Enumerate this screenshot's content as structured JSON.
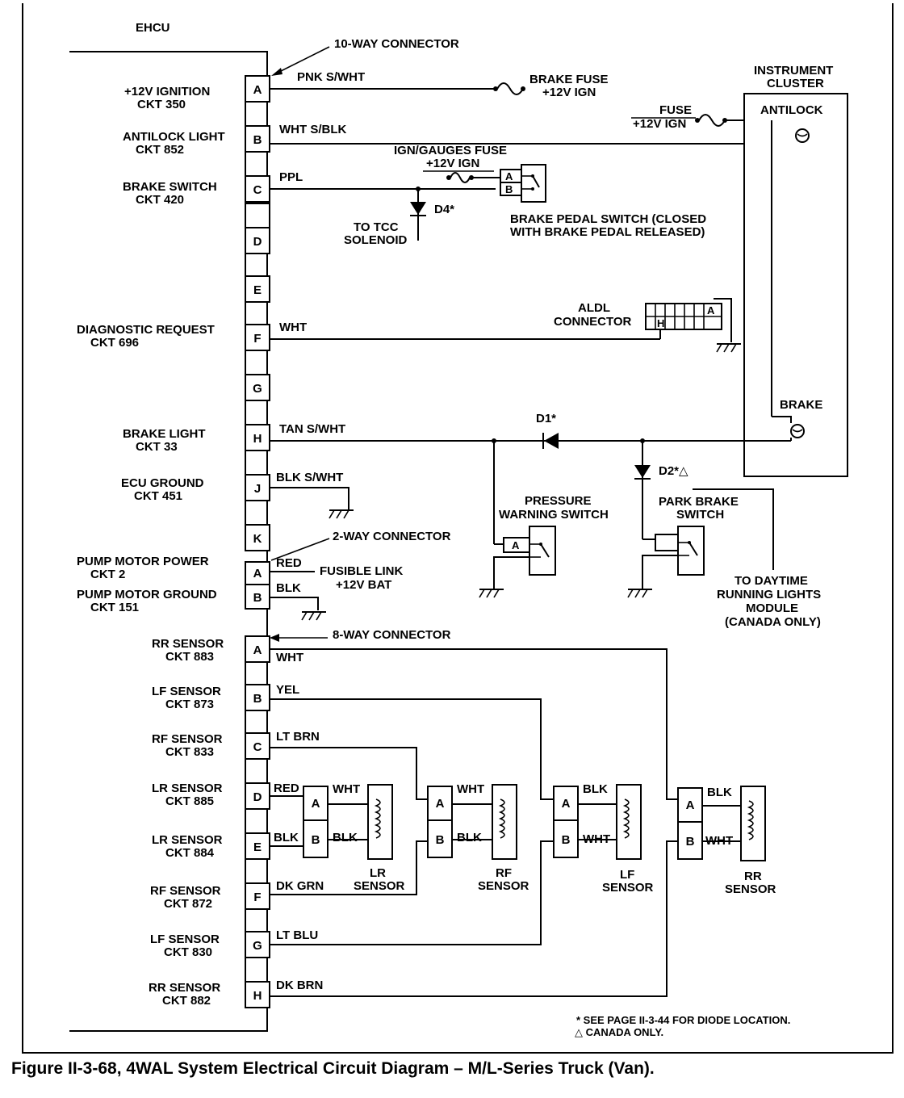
{
  "ecu": {
    "title": "EHCU",
    "connectors": {
      "ten_way": "10-WAY CONNECTOR",
      "two_way": "2-WAY CONNECTOR",
      "eight_way": "8-WAY CONNECTOR"
    },
    "ten_way_pins": [
      "A",
      "B",
      "C",
      "",
      "D",
      "E",
      "F",
      "G",
      "H",
      "J",
      "K"
    ],
    "two_way_pins": [
      "A",
      "B"
    ],
    "eight_way_pins": [
      "A",
      "B",
      "C",
      "D",
      "E",
      "F",
      "G",
      "H"
    ]
  },
  "circuits": [
    {
      "name": "+12V IGNITION",
      "ckt": "CKT 350",
      "wire": "PNK S/WHT"
    },
    {
      "name": "ANTILOCK LIGHT",
      "ckt": "CKT 852",
      "wire": "WHT S/BLK"
    },
    {
      "name": "BRAKE SWITCH",
      "ckt": "CKT 420",
      "wire": "PPL"
    },
    {
      "name": "DIAGNOSTIC REQUEST",
      "ckt": "CKT 696",
      "wire": "WHT"
    },
    {
      "name": "BRAKE LIGHT",
      "ckt": "CKT 33",
      "wire": "TAN S/WHT"
    },
    {
      "name": "ECU GROUND",
      "ckt": "CKT 451",
      "wire": "BLK S/WHT"
    },
    {
      "name": "PUMP MOTOR POWER",
      "ckt": "CKT 2",
      "wire": "RED"
    },
    {
      "name": "PUMP MOTOR GROUND",
      "ckt": "CKT 151",
      "wire": "BLK"
    }
  ],
  "sensor_circuits": [
    {
      "name": "RR SENSOR",
      "ckt": "CKT 883",
      "wire": "WHT"
    },
    {
      "name": "LF SENSOR",
      "ckt": "CKT 873",
      "wire": "YEL"
    },
    {
      "name": "RF SENSOR",
      "ckt": "CKT 833",
      "wire": "LT BRN"
    },
    {
      "name": "LR SENSOR",
      "ckt": "CKT 885",
      "wire": "RED"
    },
    {
      "name": "LR SENSOR",
      "ckt": "CKT 884",
      "wire": "BLK"
    },
    {
      "name": "RF SENSOR",
      "ckt": "CKT 872",
      "wire": "DK GRN"
    },
    {
      "name": "LF SENSOR",
      "ckt": "CKT 830",
      "wire": "LT BLU"
    },
    {
      "name": "RR SENSOR",
      "ckt": "CKT 882",
      "wire": "DK BRN"
    }
  ],
  "components": {
    "brake_fuse_1": "BRAKE FUSE",
    "brake_fuse_2": "+12V IGN",
    "fuse_1": "FUSE",
    "fuse_2": "+12V IGN",
    "ign_fuse_1": "IGN/GAUGES FUSE",
    "ign_fuse_2": "+12V IGN",
    "cluster_1": "INSTRUMENT",
    "cluster_2": "CLUSTER",
    "antilock": "ANTILOCK",
    "brake": "BRAKE",
    "brake_pedal_1": "BRAKE PEDAL SWITCH (CLOSED",
    "brake_pedal_2": "WITH BRAKE PEDAL RELEASED)",
    "d4": "D4*",
    "tcc_1": "TO TCC",
    "tcc_2": "SOLENOID",
    "aldl_1": "ALDL",
    "aldl_2": "CONNECTOR",
    "d1": "D1*",
    "d2": "D2*△",
    "pressure_1": "PRESSURE",
    "pressure_2": "WARNING SWITCH",
    "park_1": "PARK BRAKE",
    "park_2": "SWITCH",
    "drl_1": "TO DAYTIME",
    "drl_2": "RUNNING LIGHTS",
    "drl_3": "MODULE",
    "drl_4": "(CANADA ONLY)",
    "fusible_1": "FUSIBLE LINK",
    "fusible_2": "+12V BAT"
  },
  "pin_letters": {
    "a": "A",
    "b": "B",
    "h": "H"
  },
  "sensors": [
    {
      "line1": "LR",
      "line2": "SENSOR",
      "wire_a": "WHT",
      "wire_b": "BLK"
    },
    {
      "line1": "RF",
      "line2": "SENSOR",
      "wire_a": "WHT",
      "wire_b": "BLK"
    },
    {
      "line1": "LF",
      "line2": "SENSOR",
      "wire_a": "BLK",
      "wire_b": "WHT"
    },
    {
      "line1": "RR",
      "line2": "SENSOR",
      "wire_a": "BLK",
      "wire_b": "WHT"
    }
  ],
  "notes": {
    "note1": "* SEE PAGE II-3-44 FOR DIODE LOCATION.",
    "note2": "△ CANADA ONLY."
  },
  "caption": "Figure II-3-68, 4WAL System Electrical Circuit Diagram – M/L-Series Truck (Van)."
}
